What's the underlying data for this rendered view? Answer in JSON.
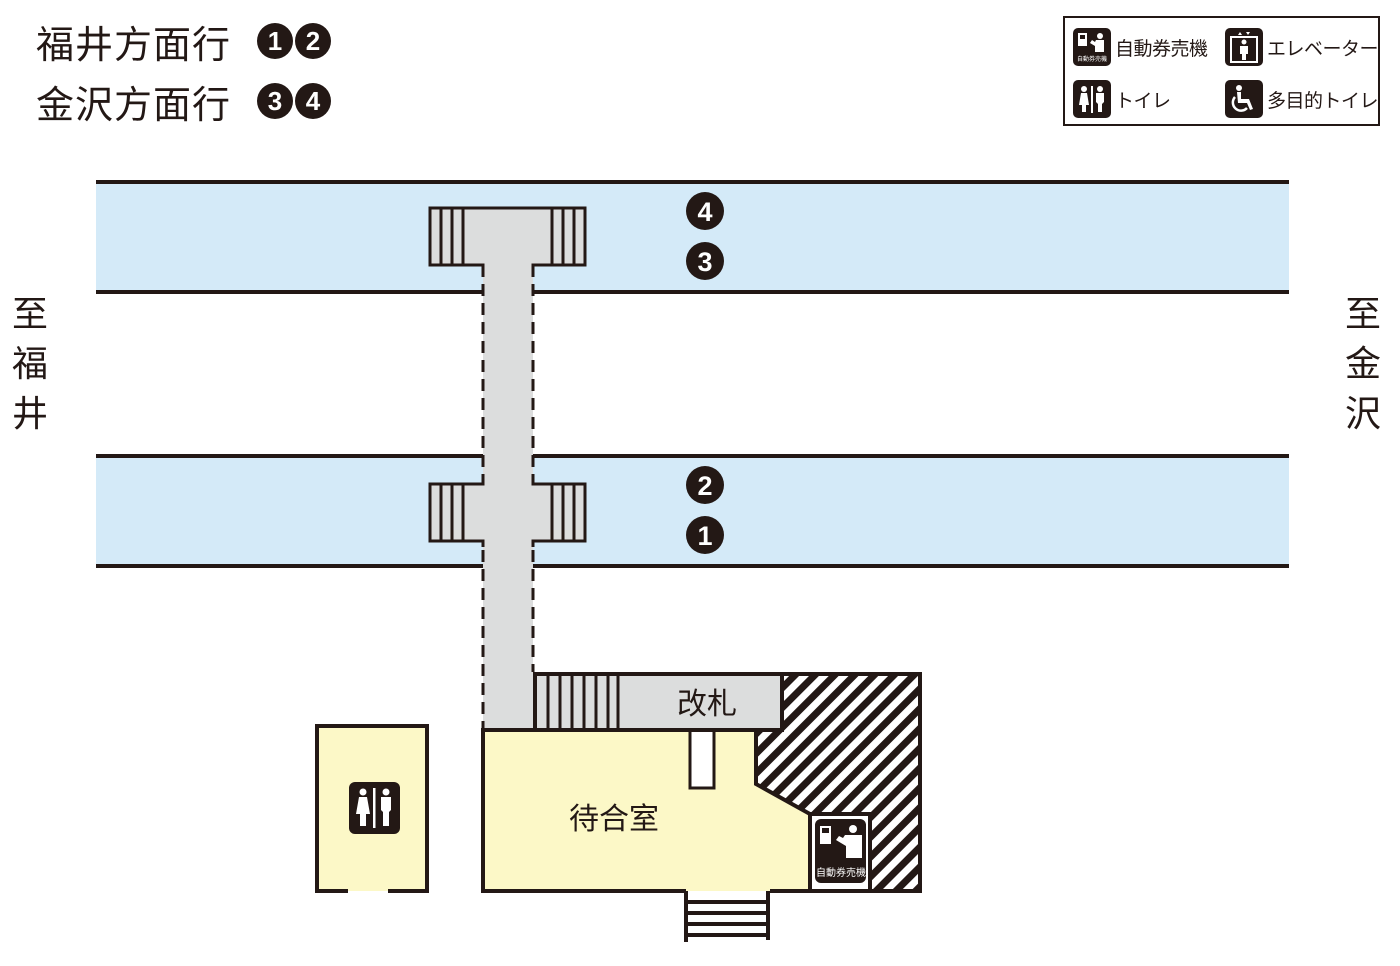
{
  "directions": [
    {
      "label": "福井方面行",
      "platforms": [
        "1",
        "2"
      ]
    },
    {
      "label": "金沢方面行",
      "platforms": [
        "3",
        "4"
      ]
    }
  ],
  "legend": {
    "items": [
      {
        "icon": "ticket-machine-icon",
        "label": "自動券売機",
        "icon_caption": "自動券売機"
      },
      {
        "icon": "elevator-icon",
        "label": "エレベーター"
      },
      {
        "icon": "restroom-icon",
        "label": "トイレ"
      },
      {
        "icon": "wheelchair-icon",
        "label": "多目的トイレ"
      }
    ]
  },
  "side_labels": {
    "left": [
      "至",
      "福",
      "井"
    ],
    "right": [
      "至",
      "金",
      "沢"
    ]
  },
  "platforms": {
    "upper": {
      "tracks": [
        "4",
        "3"
      ]
    },
    "lower": {
      "tracks": [
        "2",
        "1"
      ]
    }
  },
  "rooms": {
    "ticket_gate": "改札",
    "waiting_room": "待合室",
    "ticket_machine_caption": "自動券売機"
  },
  "colors": {
    "platform_fill": "#d4eaf8",
    "bridge_fill": "#dcdddd",
    "room_fill": "#fcf8c7",
    "ink": "#231815"
  }
}
